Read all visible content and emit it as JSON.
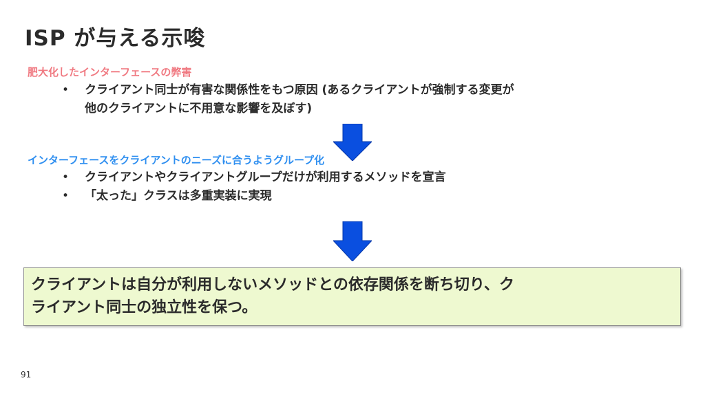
{
  "slide": {
    "title": "ISP が与える示唆",
    "page_number": "91"
  },
  "section1": {
    "heading": "肥大化したインターフェースの弊害",
    "bullets": [
      {
        "marker": "•",
        "lines": [
          "クライアント同士が有害な関係性をもつ原因 (あるクライアントが強制する変更が",
          "他のクライアントに不用意な影響を及ぼす)"
        ]
      }
    ]
  },
  "section2": {
    "heading": "インターフェースをクライアントのニーズに合うようグループ化",
    "bullets": [
      {
        "marker": "•",
        "text": "クライアントやクライアントグループだけが利用するメソッドを宣言"
      },
      {
        "marker": "•",
        "text": "「太った」クラスは多重実装に実現"
      }
    ]
  },
  "summary": {
    "lines": [
      "クライアントは自分が利用しないメソッドとの依存関係を断ち切り、ク",
      "ライアント同士の独立性を保つ。"
    ]
  },
  "colors": {
    "section1_heading": "#f07a82",
    "section2_heading": "#2f8ff0",
    "arrow": "#0a4fe0",
    "summary_bg": "#eef9d0"
  },
  "icons": [
    "down-arrow-icon",
    "down-arrow-icon"
  ]
}
